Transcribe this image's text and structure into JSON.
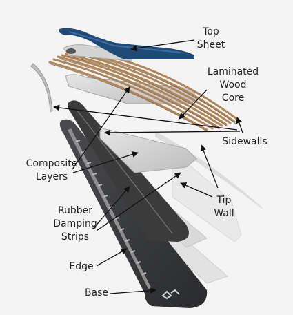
{
  "labels": {
    "top_sheet": [
      "Top",
      "Sheet"
    ],
    "core": [
      "Laminated",
      "Wood",
      "Core"
    ],
    "sidewalls": "Sidewalls",
    "composite": [
      "Composite",
      "Layers"
    ],
    "tip_wall": [
      "Tip",
      "Wall"
    ],
    "rubber": [
      "Rubber",
      "Damping",
      "Strips"
    ],
    "edge": "Edge",
    "base": "Base"
  },
  "colors": {
    "background": "#f4f4f4",
    "top_sheet": "#1f4a78",
    "wood": "#b08558",
    "composite": "#c9c9c9",
    "rubber": "#3a3a3a",
    "base": "#2e2f31",
    "leader": "#111111"
  }
}
